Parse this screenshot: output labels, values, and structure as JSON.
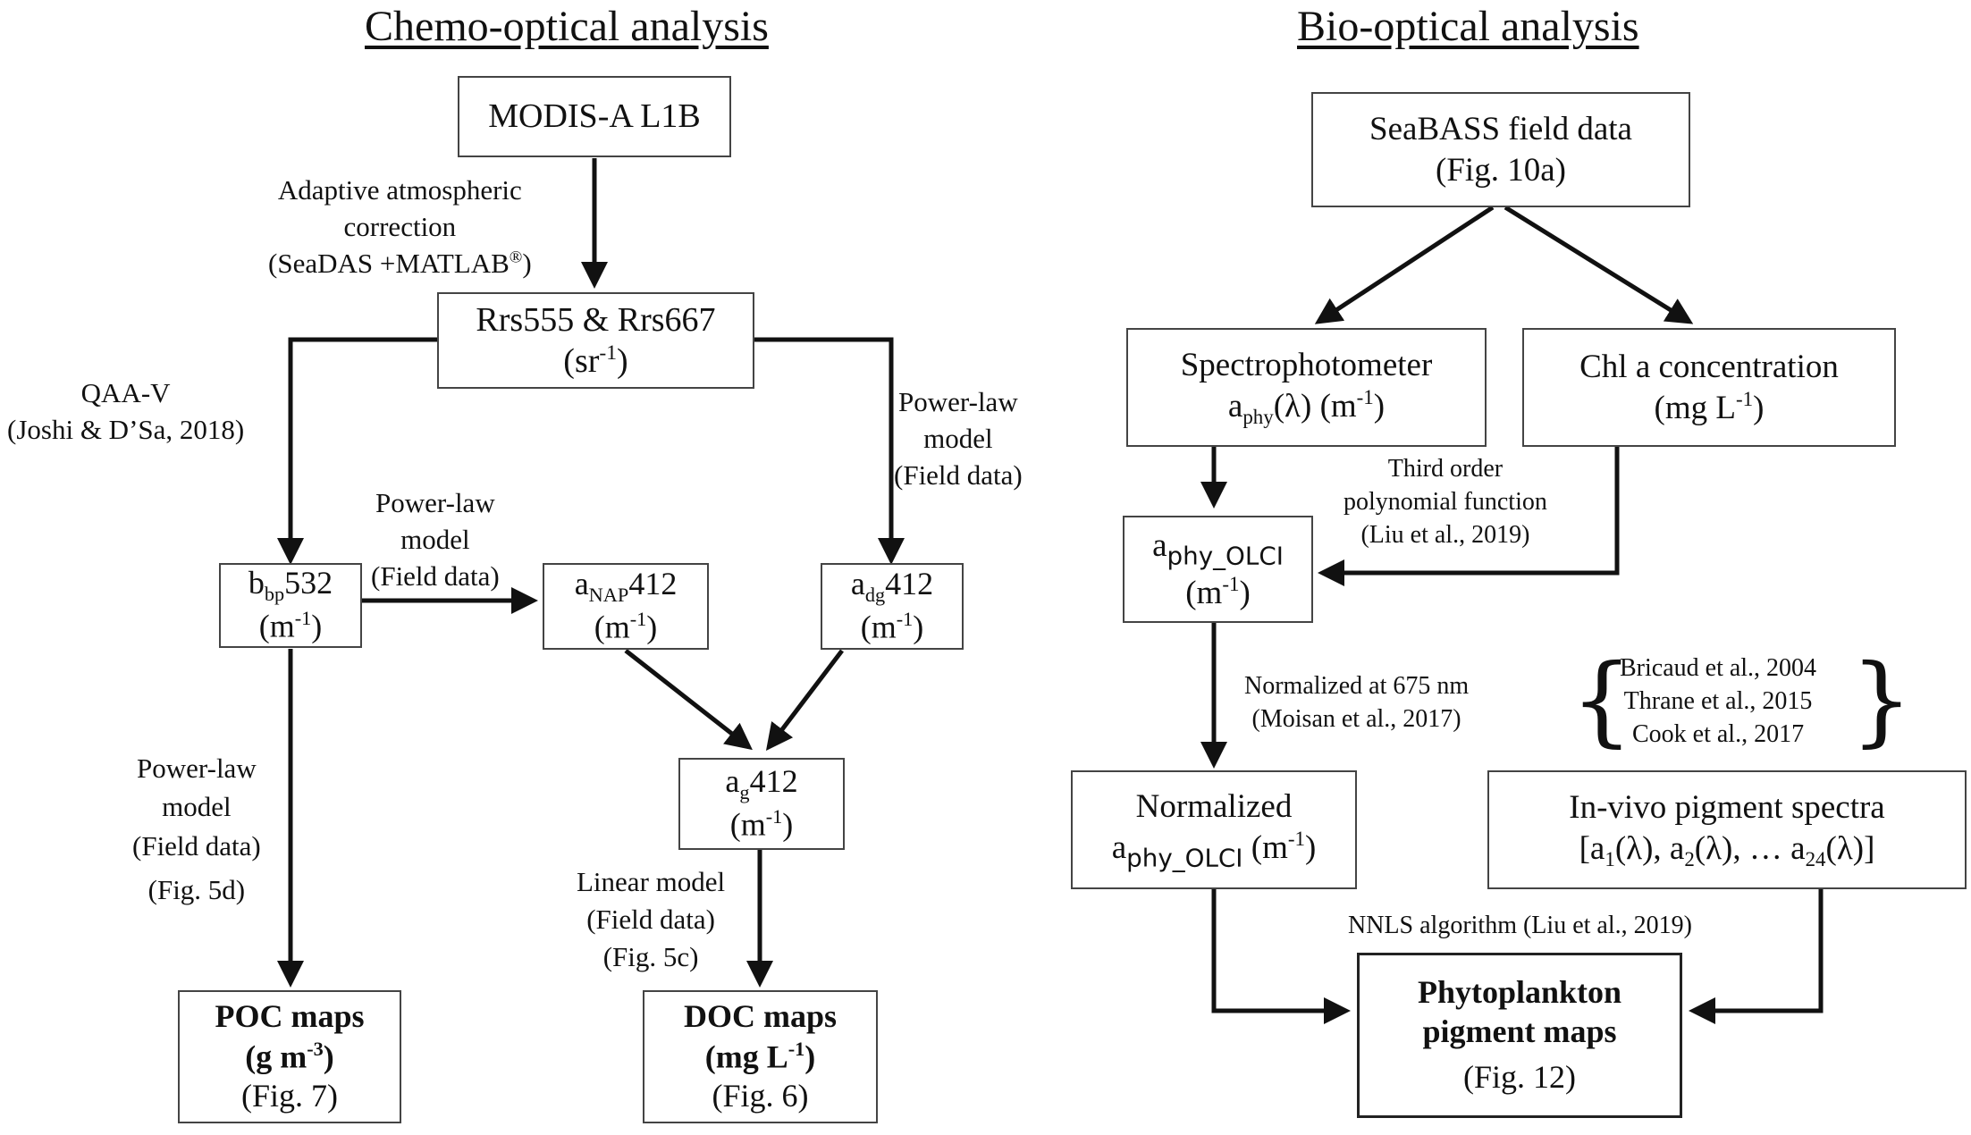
{
  "headings": {
    "left": "Chemo-optical analysis",
    "right": "Bio-optical analysis"
  },
  "boxes": {
    "modis": "MODIS-A L1B",
    "rrs_title": "Rrs555 & Rrs667",
    "rrs_unit": "sr",
    "rrs_unit_exp": "-1",
    "bbp_main": "b",
    "bbp_sub": "bp",
    "bbp_num": "532",
    "anap_main": "a",
    "anap_sub": "NAP",
    "anap_num": "412",
    "adg_main": "a",
    "adg_sub": "dg",
    "adg_num": "412",
    "ag_main": "a",
    "ag_sub": "g",
    "ag_num": "412",
    "unit_m": "m",
    "unit_exp": "-1",
    "poc_title": "POC maps",
    "poc_unit_base": "g m",
    "poc_unit_exp": "-3",
    "poc_fig": "(Fig. 7)",
    "doc_title": "DOC maps",
    "doc_unit_base": "mg L",
    "doc_unit_exp": "-1",
    "doc_fig": "(Fig. 6)",
    "seabass_title": "SeaBASS field data",
    "seabass_fig": "(Fig. 10a)",
    "spectro_title": "Spectrophotometer",
    "spectro_main": "a",
    "spectro_sub": "phy",
    "spectro_rest": "(λ) (m",
    "chl_title": "Chl a concentration",
    "chl_unit": "(mg L",
    "aphy_olci_main": "a",
    "aphy_olci_sub": "phy_OLCI",
    "norm_title": "Normalized",
    "norm_main": "a",
    "norm_sub": "phy_OLCI",
    "norm_rest": " (m",
    "invivo_title": "In-vivo pigment spectra",
    "invivo_a1": "[a",
    "invivo_s1": "1",
    "invivo_a2": "(λ), a",
    "invivo_s2": "2",
    "invivo_a3": "(λ), … a",
    "invivo_s3": "24",
    "invivo_a4": "(λ)]",
    "phyto_title1": "Phytoplankton",
    "phyto_title2": "pigment maps",
    "phyto_fig": "(Fig. 12)"
  },
  "labels": {
    "adaptive": [
      "Adaptive atmospheric",
      "correction",
      "(SeaDAS  +MATLAB"
    ],
    "registered": "®",
    "adaptive_close": ")",
    "qaa": [
      "QAA-V",
      "(Joshi & D’Sa, 2018)"
    ],
    "powerlaw_right": [
      "Power-law",
      "model",
      "(Field data)"
    ],
    "powerlaw_mid": [
      "Power-law",
      "model",
      "(Field data)"
    ],
    "powerlaw_left": [
      "Power-law",
      "model",
      "(Field data)",
      "(Fig. 5d)"
    ],
    "linear": [
      "Linear model",
      "(Field data)",
      "(Fig. 5c)"
    ],
    "third_order": [
      "Third order",
      "polynomial function",
      "(Liu et al., 2019)"
    ],
    "normalized_at": [
      "Normalized at 675 nm",
      "(Moisan et al., 2017)"
    ],
    "refs": [
      "Bricaud et al., 2004",
      "Thrane et al., 2015",
      "Cook et al., 2017"
    ],
    "nnls": "NNLS algorithm (Liu et al., 2019)"
  }
}
